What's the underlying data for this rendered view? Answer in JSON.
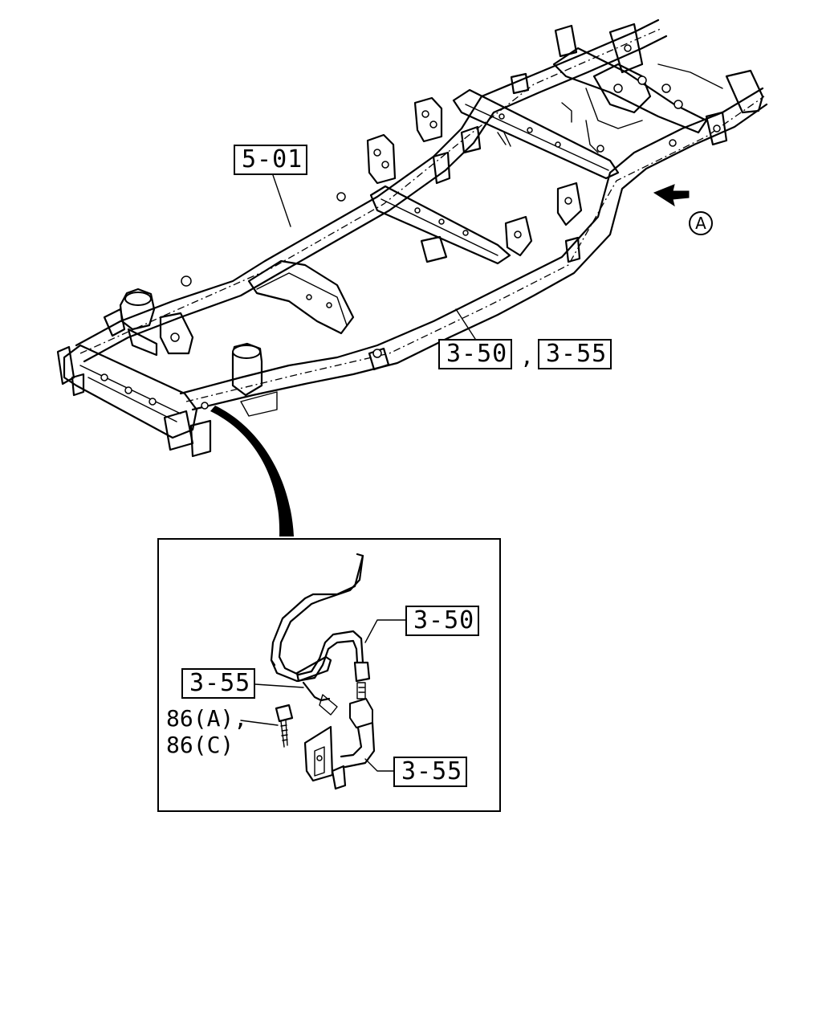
{
  "callouts": {
    "frame": "5-01",
    "front_line_1": "3-50",
    "front_separator": ",",
    "front_line_2": "3-55",
    "inset_upper_right": "3-50",
    "inset_left": "3-55",
    "inset_lower_right": "3-55",
    "bolt_ref_1": "86(A),",
    "bolt_ref_2": "86(C)"
  },
  "view_marker": "A"
}
